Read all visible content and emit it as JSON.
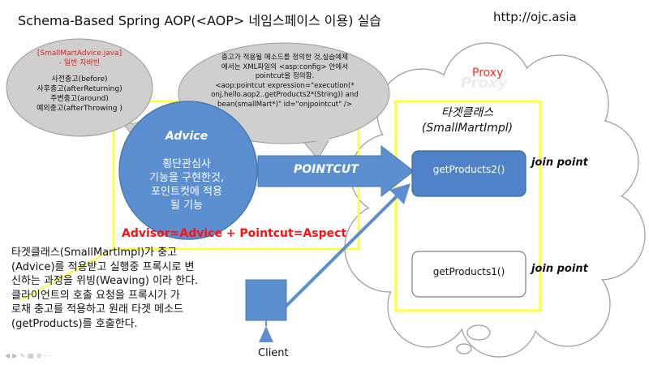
{
  "slide": {
    "title": "Schema-Based Spring AOP(<AOP> 네임스페이스 이용) 실습",
    "url": "http://ojc.asia",
    "advice_bubble": {
      "header": "[SmallMartAdvice.java]",
      "subheader": "- 일반 자바빈",
      "items": [
        "사전충고(before)",
        "사후충고(afterReturning)",
        "주변충고(around)",
        "예외충고(afterThrowing )"
      ]
    },
    "pointcut_bubble": {
      "lines": [
        "충고가 적용될 메소드를 정의한 것,실습예제",
        "에서는 XML파일의 <asp:config> 안에서",
        "pointcut을 정의함.",
        "<aop:pointcut expression=\"execution(*",
        "onj.hello.aop2..getProducts2*(String)) and",
        "bean(smallMart*)\" id=\"onjpointcut\" />"
      ]
    },
    "proxy_label": "Proxy",
    "proxy_ghost_label": "Proxy",
    "target": {
      "label_line1": "타겟클래스",
      "label_line2": "(SmallMartImpl)"
    },
    "advice": {
      "label": "Advice",
      "body": [
        "횡단관심사",
        "기능을 구현한것,",
        "포인트컷에 적용",
        "될 기능"
      ]
    },
    "pointcut_label": "POINTCUT",
    "aspect_formula": "Advisor=Advice + Pointcut=Aspect",
    "methods": {
      "get_products2": "getProducts2()",
      "get_products1": "getProducts1()"
    },
    "join_point_label": "join point",
    "description": [
      "타겟클래스(SmallMartImpl)가 충고",
      "(Advice)를 적용받고 실행중 프록시로 변",
      "신하는 과정을 위빙(Weaving) 이라 한다.",
      "클라이언트의 호출 요청을  프록시가 가",
      "로채 충고를 적용하고 원래 타겟 메소드",
      "(getProducts)를 호출한다."
    ],
    "client_label": "Client",
    "nav_icons": [
      "prev-icon",
      "next-icon",
      "pen-icon",
      "slides-icon",
      "zoom-icon",
      "more-icon"
    ],
    "colors": {
      "advice_blue": "#5b8fd0",
      "bubble_gray": "#cfcfcf",
      "yellow_frame": "#ffff33",
      "aspect_red": "#ff1010",
      "proxy_red": "#ff2a2a",
      "client_blue": "#5b8fd0"
    }
  }
}
